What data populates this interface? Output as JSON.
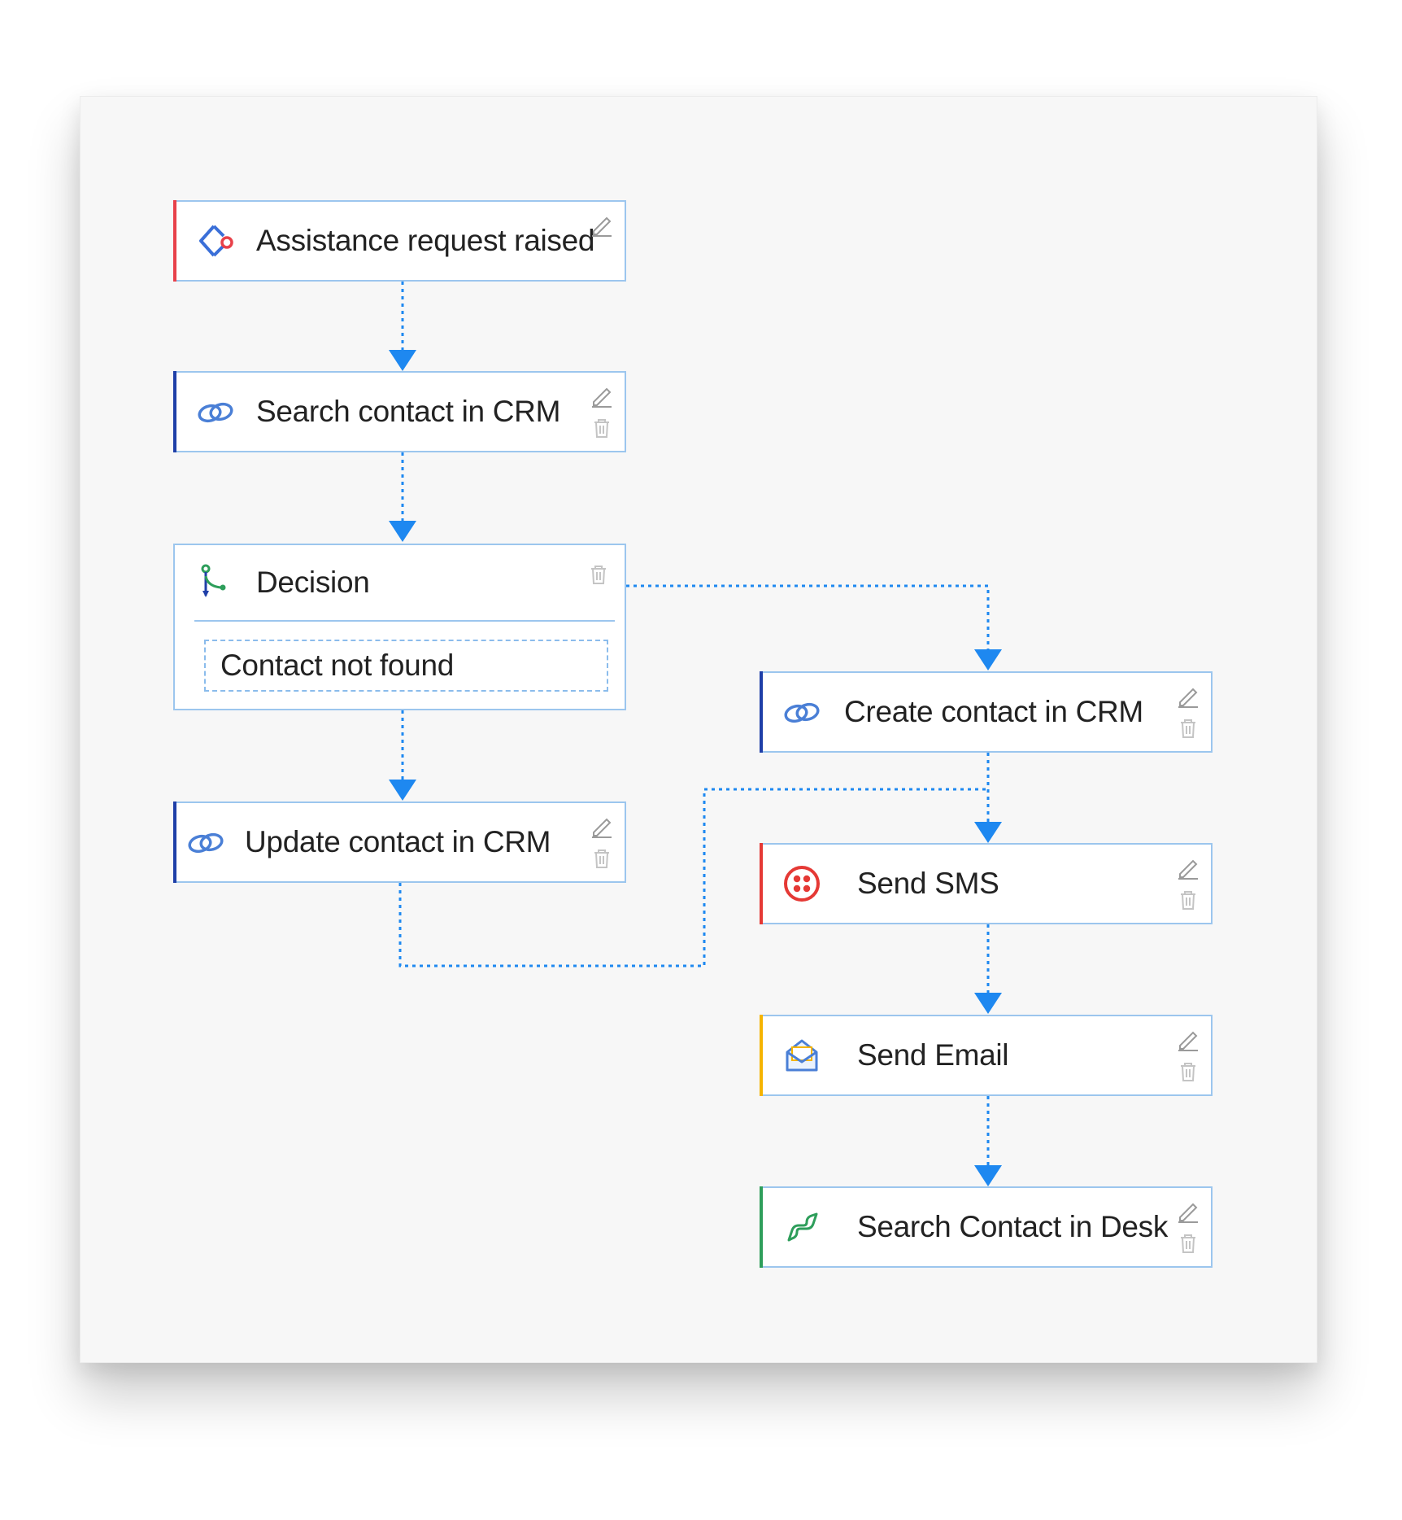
{
  "colors": {
    "connector": "#1e88f0",
    "node_border": "#9cc6ee",
    "trigger_accent": "#e8414a",
    "crm_accent": "#1f3fa8",
    "sms_accent": "#e53935",
    "email_accent": "#f5b400",
    "desk_accent": "#2e9e5b"
  },
  "nodes": {
    "trigger": {
      "label": "Assistance request raised",
      "icon": "zoho-trigger-icon"
    },
    "search_crm": {
      "label": "Search contact in CRM",
      "icon": "zoho-crm-icon"
    },
    "decision": {
      "label": "Decision",
      "icon": "decision-branch-icon",
      "condition": "Contact not found"
    },
    "update_crm": {
      "label": "Update contact in CRM",
      "icon": "zoho-crm-icon"
    },
    "create_crm": {
      "label": "Create contact in CRM",
      "icon": "zoho-crm-icon"
    },
    "send_sms": {
      "label": "Send SMS",
      "icon": "twilio-icon"
    },
    "send_email": {
      "label": "Send Email",
      "icon": "email-envelope-icon"
    },
    "search_desk": {
      "label": "Search Contact in Desk",
      "icon": "zoho-desk-icon"
    }
  }
}
